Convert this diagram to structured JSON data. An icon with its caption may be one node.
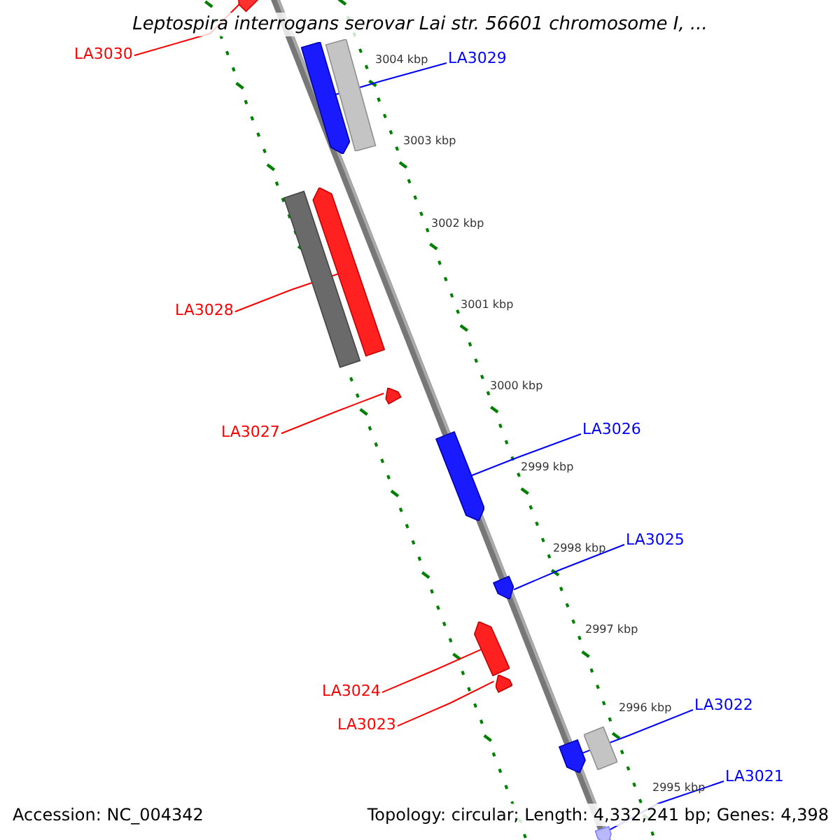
{
  "diagram": {
    "title": "Leptospira interrogans serovar Lai str. 56601 chromosome I, ...",
    "nodes": [
      {
        "text": [
          "LA3030"
        ]
      },
      {
        "text": [
          "LA3029"
        ]
      },
      {
        "text": [
          "LA3028"
        ]
      },
      {
        "text": [
          "LA3027"
        ]
      },
      {
        "text": [
          "LA3026"
        ]
      },
      {
        "text": [
          "LA3025"
        ]
      },
      {
        "text": [
          "LA3024"
        ]
      },
      {
        "text": [
          "LA3023"
        ]
      },
      {
        "text": [
          "LA3022"
        ]
      },
      {
        "text": [
          "LA3021"
        ]
      },
      {
        "text": [],
        "shape": "arrow"
      },
      {
        "text": [],
        "shape": "arrow"
      },
      {
        "text": [],
        "shape": "bar"
      },
      {
        "text": [],
        "shape": "bar"
      },
      {
        "text": [],
        "shape": "arrow"
      },
      {
        "text": [],
        "shape": "arrow"
      },
      {
        "text": [],
        "shape": "arrow"
      },
      {
        "text": [],
        "shape": "arrow"
      },
      {
        "text": [],
        "shape": "arrow"
      },
      {
        "text": [],
        "shape": "arrow"
      },
      {
        "text": [],
        "shape": "arrow"
      },
      {
        "text": [],
        "shape": "bar"
      },
      {
        "text": [],
        "shape": "arrow"
      }
    ],
    "edges": [
      {
        "from": 0,
        "to": 10,
        "arrow": "none",
        "color": "#ff0000"
      },
      {
        "from": 1,
        "to": 11,
        "arrow": "none",
        "color": "#0000ff"
      },
      {
        "from": 2,
        "to": 14,
        "arrow": "none",
        "color": "#ff0000"
      },
      {
        "from": 3,
        "to": 15,
        "arrow": "none",
        "color": "#ff0000"
      },
      {
        "from": 4,
        "to": 16,
        "arrow": "none",
        "color": "#0000ff"
      },
      {
        "from": 5,
        "to": 17,
        "arrow": "none",
        "color": "#0000ff"
      },
      {
        "from": 6,
        "to": 18,
        "arrow": "none",
        "color": "#ff0000"
      },
      {
        "from": 7,
        "to": 19,
        "arrow": "none",
        "color": "#ff0000"
      },
      {
        "from": 8,
        "to": 20,
        "arrow": "none",
        "color": "#0000ff"
      },
      {
        "from": 9,
        "to": 22,
        "arrow": "none",
        "color": "#0000ff"
      }
    ],
    "labels": [
      "3004 kbp",
      "3003 kbp",
      "3002 kbp",
      "3001 kbp",
      "3000 kbp",
      "2999 kbp",
      "2998 kbp",
      "2997 kbp",
      "2996 kbp",
      "2995 kbp",
      "Accession: NC_004342",
      "Topology: circular; Length: 4,332,241 bp; Genes: 4,398"
    ]
  }
}
